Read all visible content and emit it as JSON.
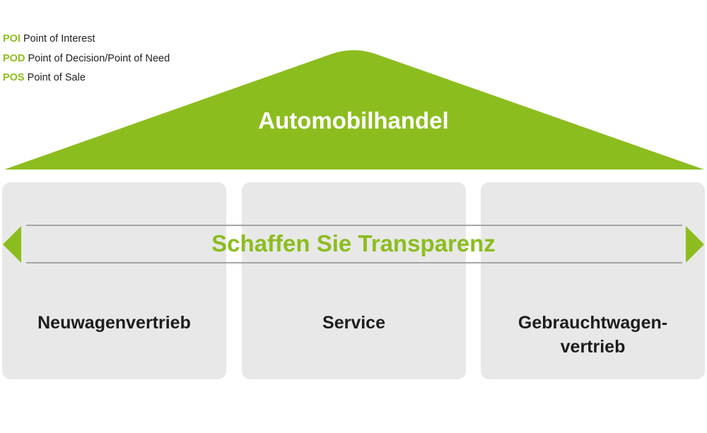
{
  "legend": [
    {
      "abbr": "POI",
      "text": "Point of Interest"
    },
    {
      "abbr": "POD",
      "text": "Point of Decision/Point of Need"
    },
    {
      "abbr": "POS",
      "text": "Point of Sale"
    }
  ],
  "roof": {
    "title": "Automobilhandel"
  },
  "band": {
    "text": "Schaffen Sie Transparenz"
  },
  "pillars": [
    {
      "label": "Neuwagenvertrieb"
    },
    {
      "label": "Service"
    },
    {
      "label": "Gebrauchtwagen-\nvertrieb"
    }
  ],
  "colors": {
    "accent": "#8cbd1f",
    "pillar": "#e8e8e8",
    "band_line": "#a5a5a5",
    "text": "#1d1d1d"
  }
}
